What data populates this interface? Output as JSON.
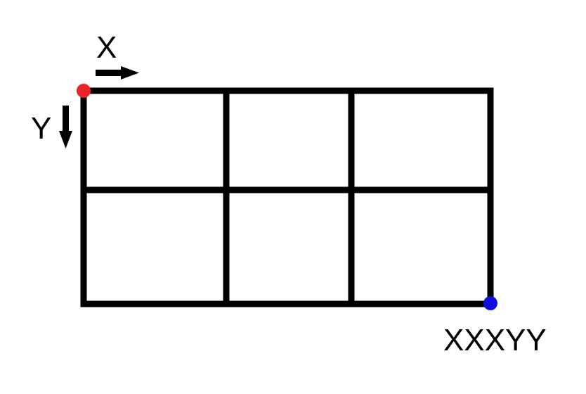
{
  "labels": {
    "x_axis": "X",
    "y_axis": "Y",
    "corner": "XXXYY"
  },
  "grid": {
    "rows": 2,
    "columns": 3
  },
  "colors": {
    "line": "#000000",
    "origin_dot": "#ee2229",
    "end_dot": "#0d0de0",
    "background": "#ffffff"
  },
  "icons": {
    "x_direction": "arrow-right-icon",
    "y_direction": "arrow-down-icon"
  }
}
